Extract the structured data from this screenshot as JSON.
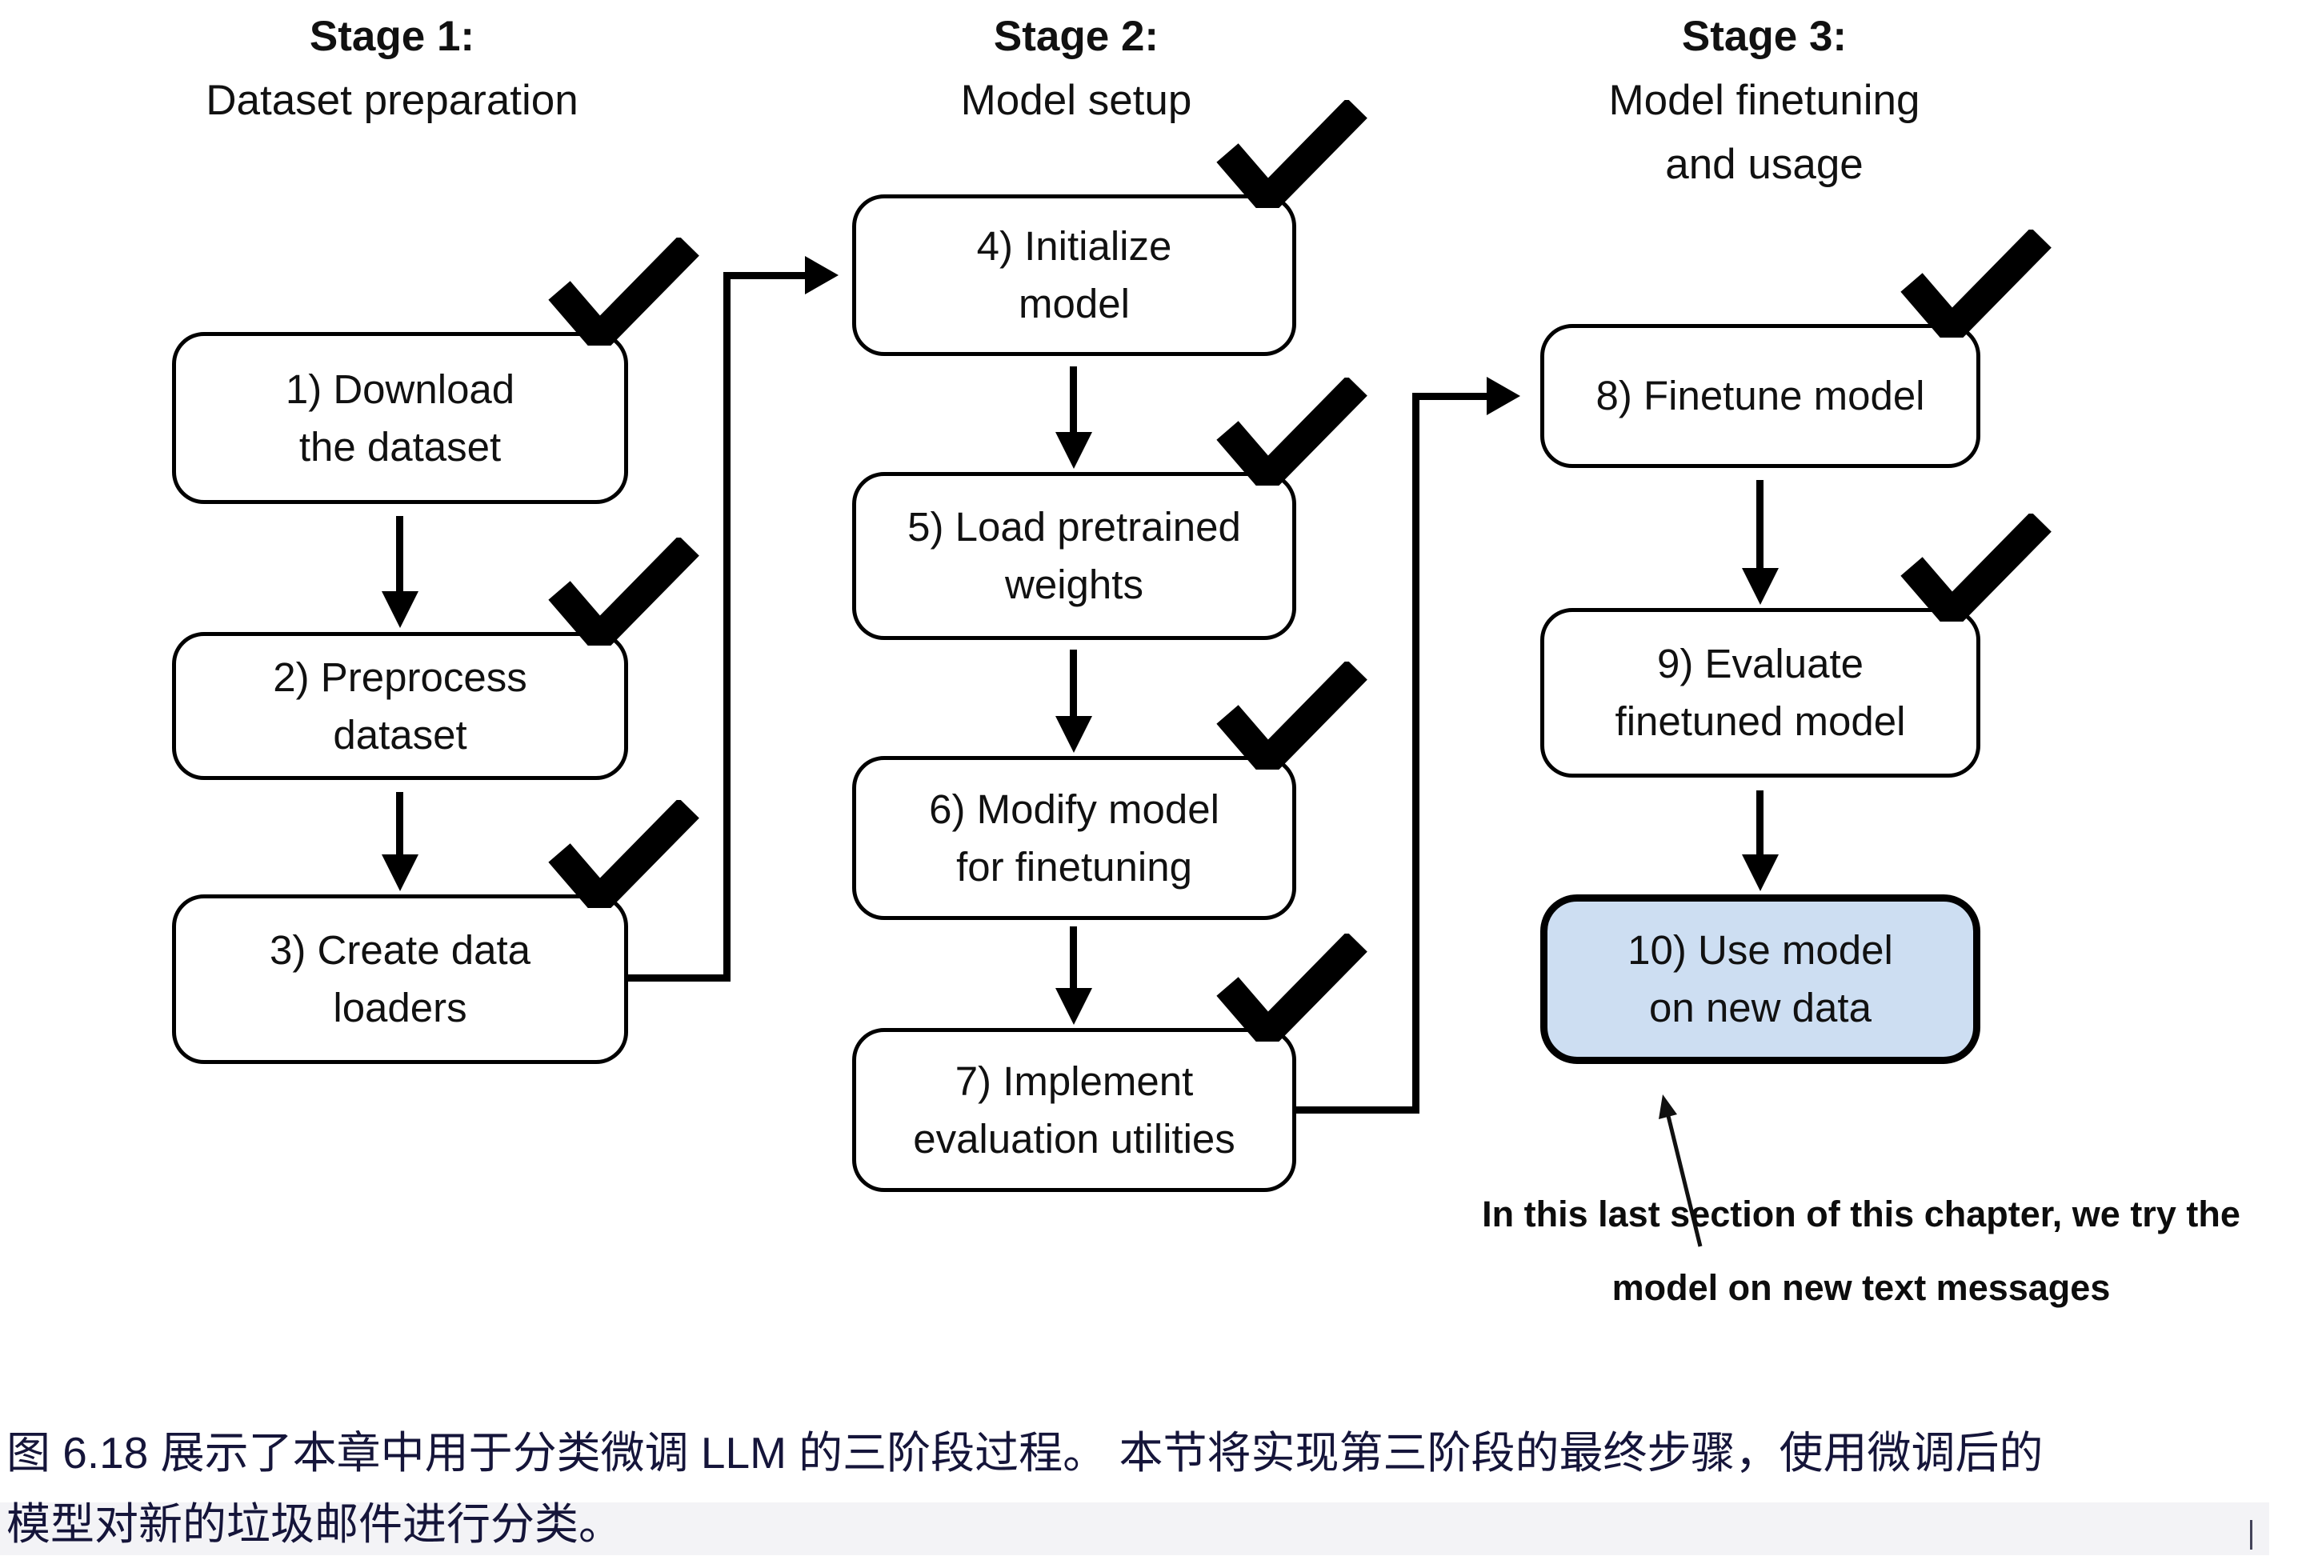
{
  "stages": [
    {
      "title_lines": [
        "Stage 1:",
        "Dataset preparation"
      ],
      "boxes": [
        {
          "lines": [
            "1) Download",
            "the dataset"
          ],
          "checked": true
        },
        {
          "lines": [
            "2) Preprocess",
            "dataset"
          ],
          "checked": true
        },
        {
          "lines": [
            "3) Create data",
            "loaders"
          ],
          "checked": true
        }
      ]
    },
    {
      "title_lines": [
        "Stage 2:",
        "Model setup"
      ],
      "boxes": [
        {
          "lines": [
            "4) Initialize",
            "model"
          ],
          "checked": true
        },
        {
          "lines": [
            "5) Load pretrained",
            "weights"
          ],
          "checked": true
        },
        {
          "lines": [
            "6) Modify model",
            "for finetuning"
          ],
          "checked": true
        },
        {
          "lines": [
            "7) Implement",
            "evaluation utilities"
          ],
          "checked": true
        }
      ]
    },
    {
      "title_lines": [
        "Stage 3:",
        "Model finetuning",
        "and usage"
      ],
      "boxes": [
        {
          "lines": [
            "8) Finetune model"
          ],
          "checked": true
        },
        {
          "lines": [
            "9) Evaluate",
            "finetuned model"
          ],
          "checked": true
        },
        {
          "lines": [
            "10) Use model",
            "on new data"
          ],
          "checked": false,
          "highlighted": true
        }
      ]
    }
  ],
  "annotation": {
    "line1": "In this last section of this chapter, we try the",
    "line2": "model on new text messages"
  },
  "caption": {
    "line1": "图 6.18 展示了本章中用于分类微调 LLM 的三阶段过程。 本节将实现第三阶段的最终步骤，使用微调后的",
    "line2": "模型对新的垃圾邮件进行分类。"
  },
  "colors": {
    "highlight_box_fill": "#cddef2",
    "line_color": "#000000",
    "caption_text": "#15153a"
  }
}
